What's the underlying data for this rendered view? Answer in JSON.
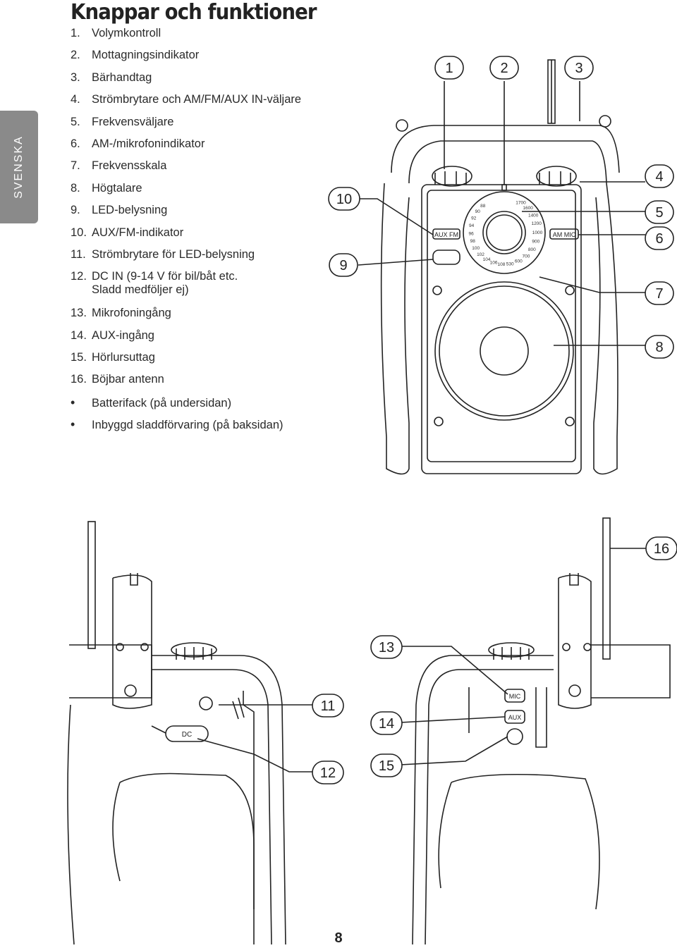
{
  "side_tab": "SVENSKA",
  "title": "Knappar och funktioner",
  "items": [
    {
      "num": "1.",
      "text": "Volymkontroll"
    },
    {
      "num": "2.",
      "text": "Mottagningsindikator"
    },
    {
      "num": "3.",
      "text": "Bärhandtag"
    },
    {
      "num": "4.",
      "text": "Strömbrytare och AM/FM/AUX IN-väljare"
    },
    {
      "num": "5.",
      "text": "Frekvensväljare"
    },
    {
      "num": "6.",
      "text": "AM-/mikrofonindikator"
    },
    {
      "num": "7.",
      "text": "Frekvensskala"
    },
    {
      "num": "8.",
      "text": "Högtalare"
    },
    {
      "num": "9.",
      "text": "LED-belysning"
    },
    {
      "num": "10.",
      "text": "AUX/FM-indikator"
    },
    {
      "num": "11.",
      "text": "Strömbrytare för LED-belysning"
    },
    {
      "num": "12.",
      "text": "DC IN (9-14 V för bil/båt etc.",
      "sub": "Sladd medföljer ej)"
    },
    {
      "num": "13.",
      "text": "Mikrofoningång"
    },
    {
      "num": "14.",
      "text": "AUX-ingång"
    },
    {
      "num": "15.",
      "text": "Hörlursuttag"
    },
    {
      "num": "16.",
      "text": "Böjbar antenn"
    },
    {
      "num": "",
      "text": "Batterifack (på undersidan)"
    },
    {
      "num": "",
      "text": "Inbyggd sladdförvaring (på baksidan)"
    }
  ],
  "callouts": [
    "1",
    "2",
    "3",
    "4",
    "5",
    "6",
    "7",
    "8",
    "9",
    "10",
    "11",
    "12",
    "13",
    "14",
    "15",
    "16"
  ],
  "panel_labels": {
    "aux_fm": "AUX FM",
    "am_mic": "AM MIC",
    "dc": "DC",
    "mic": "MIC",
    "aux": "AUX"
  },
  "fm_scale": [
    "88",
    "90",
    "92",
    "94",
    "96",
    "98",
    "100",
    "102",
    "104",
    "106",
    "108"
  ],
  "am_scale": [
    "530",
    "600",
    "700",
    "800",
    "900",
    "1000",
    "1200",
    "1400",
    "1600",
    "1700"
  ],
  "page_number": "8"
}
